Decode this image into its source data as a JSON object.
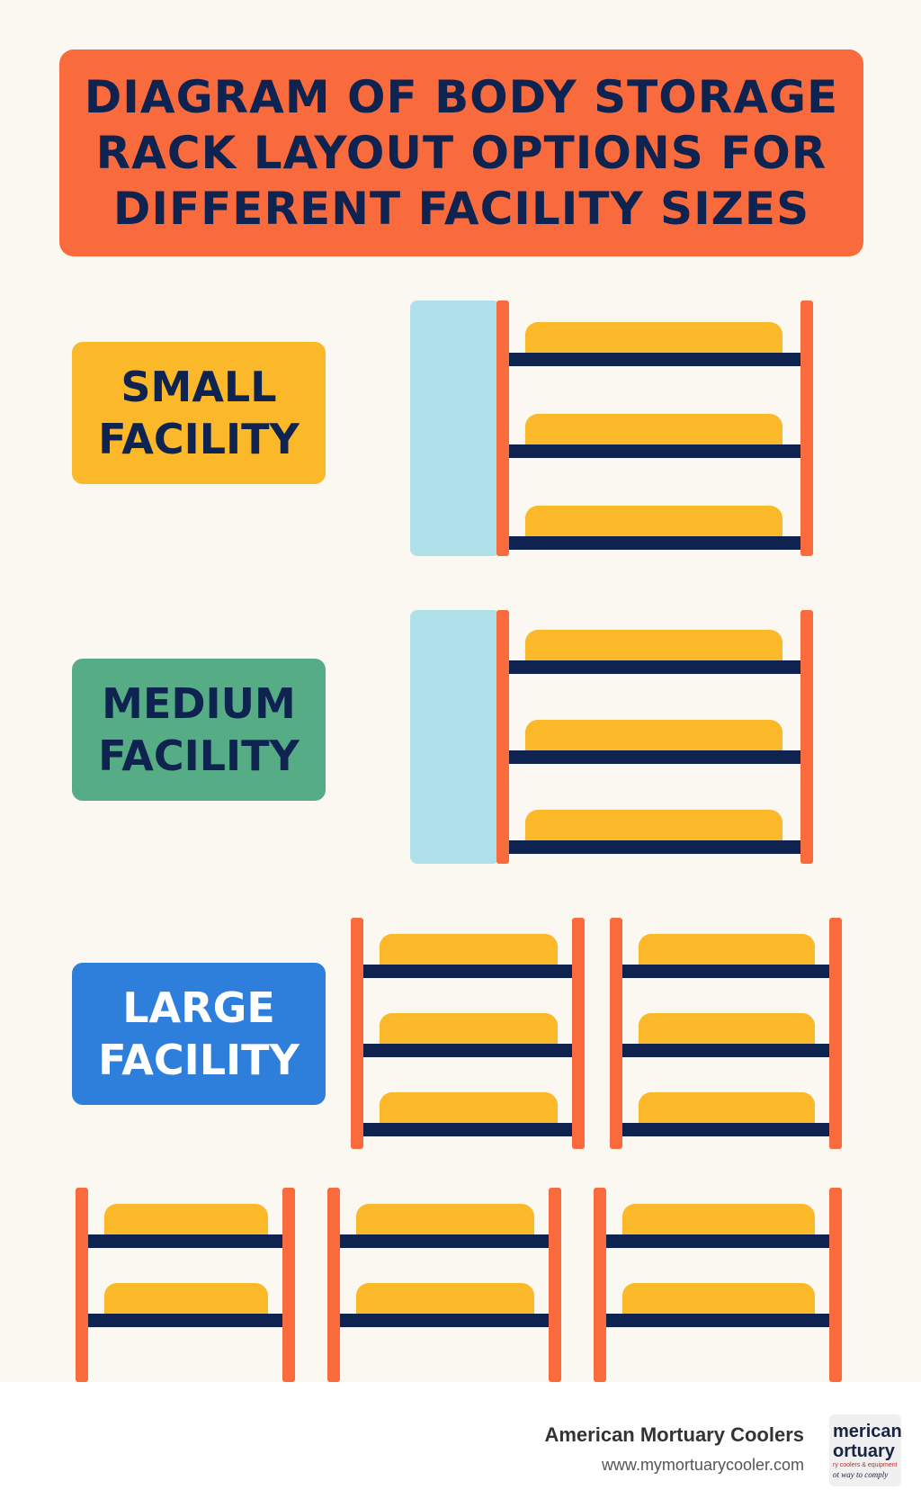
{
  "title": "DIAGRAM OF BODY STORAGE\nRACK LAYOUT OPTIONS FOR\nDIFFERENT FACILITY SIZES",
  "facilities": [
    {
      "id": "small",
      "label": "SMALL\nFACILITY",
      "color": "#fbb829",
      "racks": 1,
      "wall": true,
      "tiers": 3
    },
    {
      "id": "medium",
      "label": "MEDIUM\nFACILITY",
      "color": "#56ac85",
      "racks": 1,
      "wall": true,
      "tiers": 3
    },
    {
      "id": "large",
      "label": "LARGE\nFACILITY",
      "color": "#2e7edb",
      "racks": 5,
      "wall": false,
      "tiers": 3
    }
  ],
  "colors": {
    "background": "#fbf8f2",
    "banner": "#f96a3c",
    "navy": "#0e2350",
    "post": "#f96a3c",
    "tray": "#fbb829",
    "wall": "#aee0ea"
  },
  "footer": {
    "brand_name": "American Mortuary Coolers",
    "brand_url": "www.mymortuarycooler.com",
    "logo_lines": [
      "merican",
      "ortuary",
      "ry coolers & equipment",
      "ot way to comply"
    ]
  }
}
